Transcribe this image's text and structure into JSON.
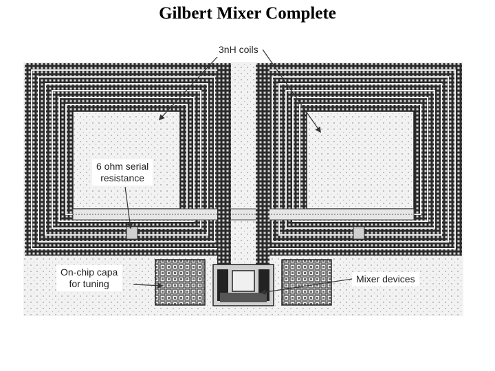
{
  "slide": {
    "title": "Gilbert Mixer Complete"
  },
  "figure": {
    "labels": {
      "coils": "3nH coils",
      "resistance": [
        "6 ohm serial",
        "resistance"
      ],
      "capa": [
        "On-chip capa",
        "for tuning"
      ],
      "mixer": "Mixer devices"
    }
  }
}
